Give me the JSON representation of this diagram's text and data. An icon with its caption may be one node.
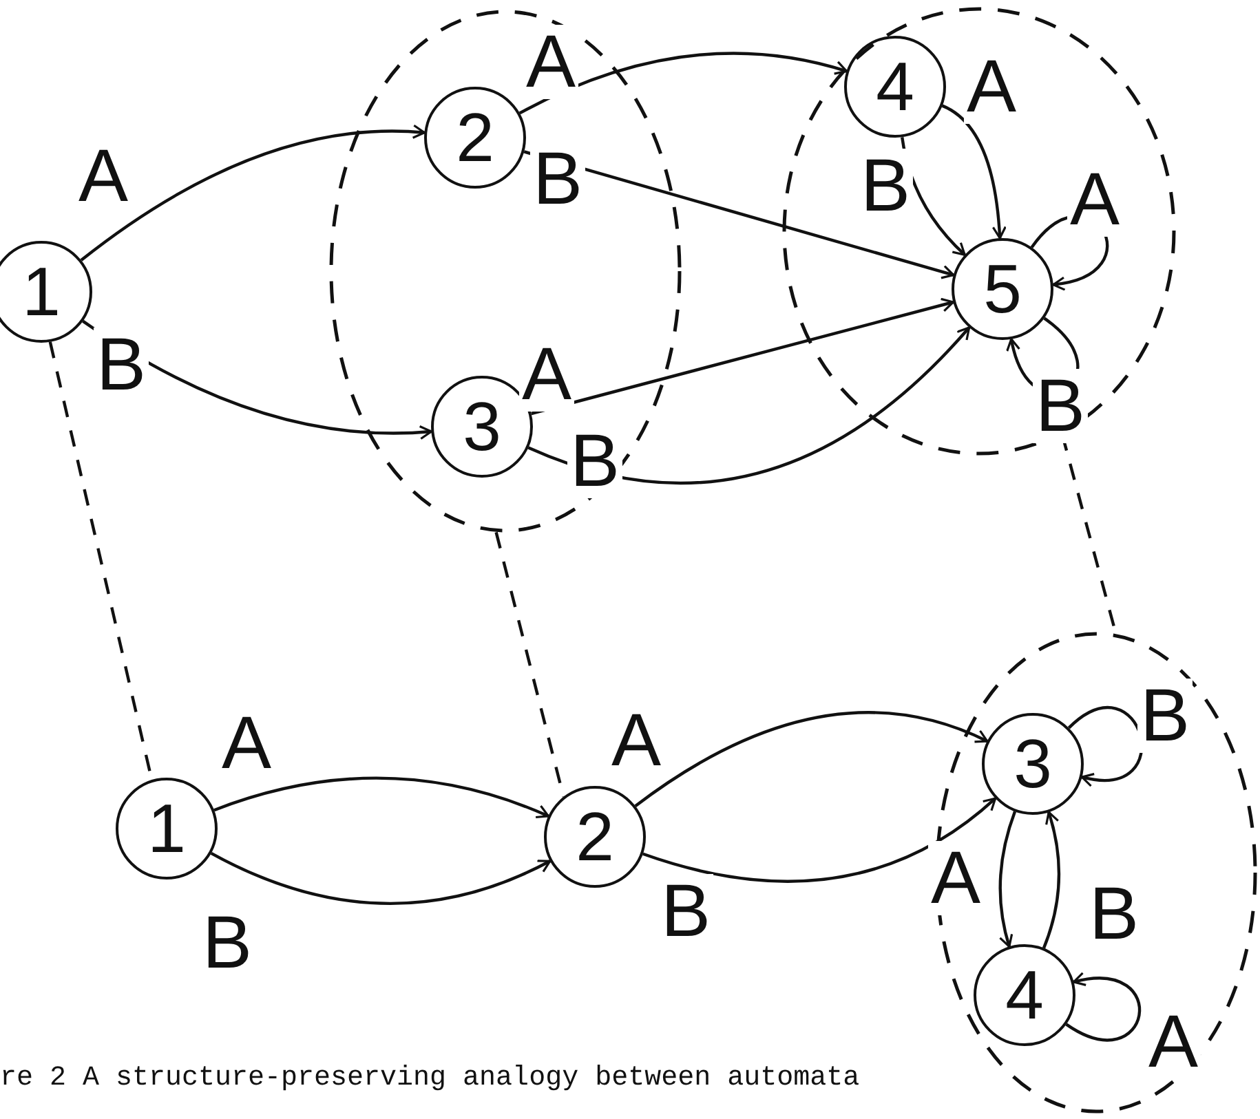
{
  "diagram": {
    "caption": "re 2 A structure-preserving analogy between automata",
    "nodes": [
      {
        "text": [
          "1"
        ]
      },
      {
        "text": [],
        "shape": "ellipse"
      },
      {
        "text": [
          "2"
        ],
        "in": 1
      },
      {
        "text": [
          "3"
        ],
        "in": 1
      },
      {
        "text": [],
        "shape": "ellipse"
      },
      {
        "text": [
          "4"
        ],
        "in": 4
      },
      {
        "text": [
          "5"
        ],
        "in": 4
      },
      {
        "text": [
          "1"
        ]
      },
      {
        "text": [
          "2"
        ]
      },
      {
        "text": [],
        "shape": "ellipse"
      },
      {
        "text": [
          "3"
        ],
        "in": 9
      },
      {
        "text": [
          "4"
        ],
        "in": 9
      }
    ],
    "edges": [
      {
        "from": 0,
        "to": 2,
        "arrow": "to",
        "label": "A"
      },
      {
        "from": 0,
        "to": 3,
        "arrow": "to",
        "label": "B"
      },
      {
        "from": 2,
        "to": 5,
        "arrow": "to",
        "label": "A"
      },
      {
        "from": 2,
        "to": 6,
        "arrow": "to",
        "label": "B"
      },
      {
        "from": 3,
        "to": 6,
        "arrow": "to",
        "label": "A"
      },
      {
        "from": 3,
        "to": 6,
        "arrow": "to",
        "label": "B"
      },
      {
        "from": 5,
        "to": 6,
        "arrow": "to",
        "label": "A"
      },
      {
        "from": 5,
        "to": 6,
        "arrow": "to",
        "label": "B"
      },
      {
        "from": 6,
        "to": 6,
        "arrow": "to",
        "label": "A"
      },
      {
        "from": 6,
        "to": 6,
        "arrow": "to",
        "label": "B"
      },
      {
        "from": 7,
        "to": 8,
        "arrow": "to",
        "label": "A"
      },
      {
        "from": 7,
        "to": 8,
        "arrow": "to",
        "label": "B"
      },
      {
        "from": 8,
        "to": 10,
        "arrow": "to",
        "label": "A"
      },
      {
        "from": 8,
        "to": 10,
        "arrow": "to",
        "label": "B"
      },
      {
        "from": 10,
        "to": 10,
        "arrow": "to",
        "label": "B"
      },
      {
        "from": 10,
        "to": 11,
        "arrow": "to",
        "label": "A"
      },
      {
        "from": 11,
        "to": 10,
        "arrow": "to",
        "label": "B"
      },
      {
        "from": 11,
        "to": 11,
        "arrow": "to",
        "label": "A"
      },
      {
        "from": 0,
        "to": 7,
        "arrow": "none",
        "style": "dashed"
      },
      {
        "from": 1,
        "to": 8,
        "arrow": "none",
        "style": "dashed"
      },
      {
        "from": 4,
        "to": 9,
        "arrow": "none",
        "style": "dashed"
      }
    ]
  }
}
